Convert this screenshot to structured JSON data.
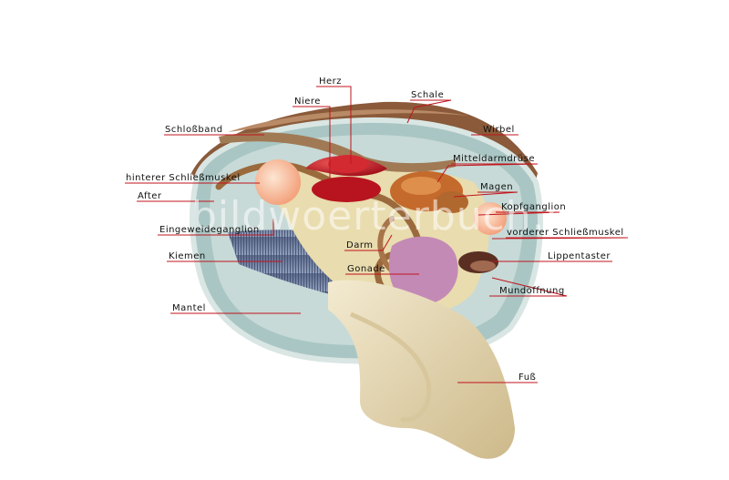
{
  "watermark": "bildwoerterbuch.com",
  "colors": {
    "shell": "#8a5a3a",
    "mantle": "#a9c6c4",
    "gills": "#6c7a99",
    "foot": "#e8dcb5",
    "heart": "#c8202a",
    "leader": "#c0141c"
  },
  "labels": {
    "herz": "Herz",
    "niere": "Niere",
    "schale": "Schale",
    "schlossband": "Schloßband",
    "wirbel": "Wirbel",
    "mitteldarmdruese": "Mitteldarmdrüse",
    "hinterer_schliessmuskel": "hinterer Schließmuskel",
    "magen": "Magen",
    "after": "After",
    "kopfganglion": "Kopfganglion",
    "eingeweideganglion": "Eingeweideganglion",
    "vorderer_schliessmuskel": "vorderer Schließmuskel",
    "darm": "Darm",
    "kiemen": "Kiemen",
    "lippentaster": "Lippentaster",
    "gonade": "Gonade",
    "mundoeffnung": "Mundöffnung",
    "mantel": "Mantel",
    "fuss": "Fuß"
  }
}
